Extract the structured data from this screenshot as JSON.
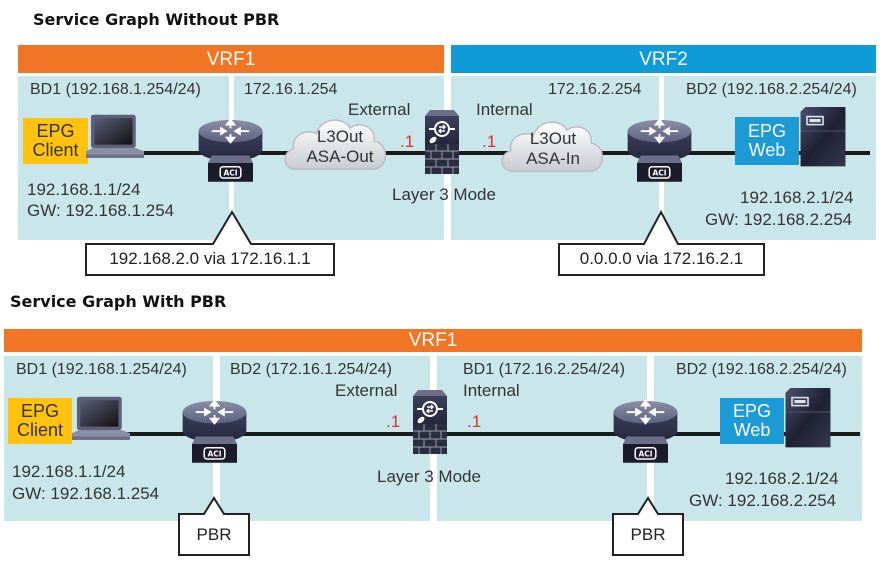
{
  "top": {
    "heading": "Service Graph Without PBR",
    "vrfs": [
      {
        "label": "VRF1",
        "color": "#f07524"
      },
      {
        "label": "VRF2",
        "color": "#0f9bd7"
      }
    ],
    "panels": [
      {
        "label": "BD1 (192.168.1.254/24)"
      },
      {
        "label": "172.16.1.254"
      },
      {
        "label": "172.16.2.254"
      },
      {
        "label": "BD2 (192.168.2.254/24)"
      }
    ],
    "client": {
      "epg_line1": "EPG",
      "epg_line2": "Client",
      "ip": "192.168.1.1/24",
      "gw": "GW: 192.168.1.254"
    },
    "web": {
      "epg_line1": "EPG",
      "epg_line2": "Web",
      "ip": "192.168.2.1/24",
      "gw": "GW: 192.168.2.254"
    },
    "cloud_out": {
      "line1": "L3Out",
      "line2": "ASA-Out"
    },
    "cloud_in": {
      "line1": "L3Out",
      "line2": "ASA-In"
    },
    "firewall": {
      "external_label": "External",
      "internal_label": "Internal",
      "ext_ip": ".1",
      "int_ip": ".1",
      "mode": "Layer 3 Mode"
    },
    "callouts": [
      {
        "text": "192.168.2.0 via 172.16.1.1"
      },
      {
        "text": "0.0.0.0 via 172.16.2.1"
      }
    ],
    "leaf_badge": "ACI"
  },
  "bottom": {
    "heading": "Service Graph With PBR",
    "vrfs": [
      {
        "label": "VRF1",
        "color": "#f07524"
      }
    ],
    "panels": [
      {
        "label": "BD1 (192.168.1.254/24)"
      },
      {
        "label": "BD2 (172.16.1.254/24)"
      },
      {
        "label": "BD1 (172.16.2.254/24)"
      },
      {
        "label": "BD2 (192.168.2.254/24)"
      }
    ],
    "client": {
      "epg_line1": "EPG",
      "epg_line2": "Client",
      "ip": "192.168.1.1/24",
      "gw": "GW: 192.168.1.254"
    },
    "web": {
      "epg_line1": "EPG",
      "epg_line2": "Web",
      "ip": "192.168.2.1/24",
      "gw": "GW: 192.168.2.254"
    },
    "firewall": {
      "external_label": "External",
      "internal_label": "Internal",
      "ext_ip": ".1",
      "int_ip": ".1",
      "mode": "Layer 3 Mode"
    },
    "callouts": [
      {
        "text": "PBR"
      },
      {
        "text": "PBR"
      }
    ],
    "leaf_badge": "ACI"
  }
}
